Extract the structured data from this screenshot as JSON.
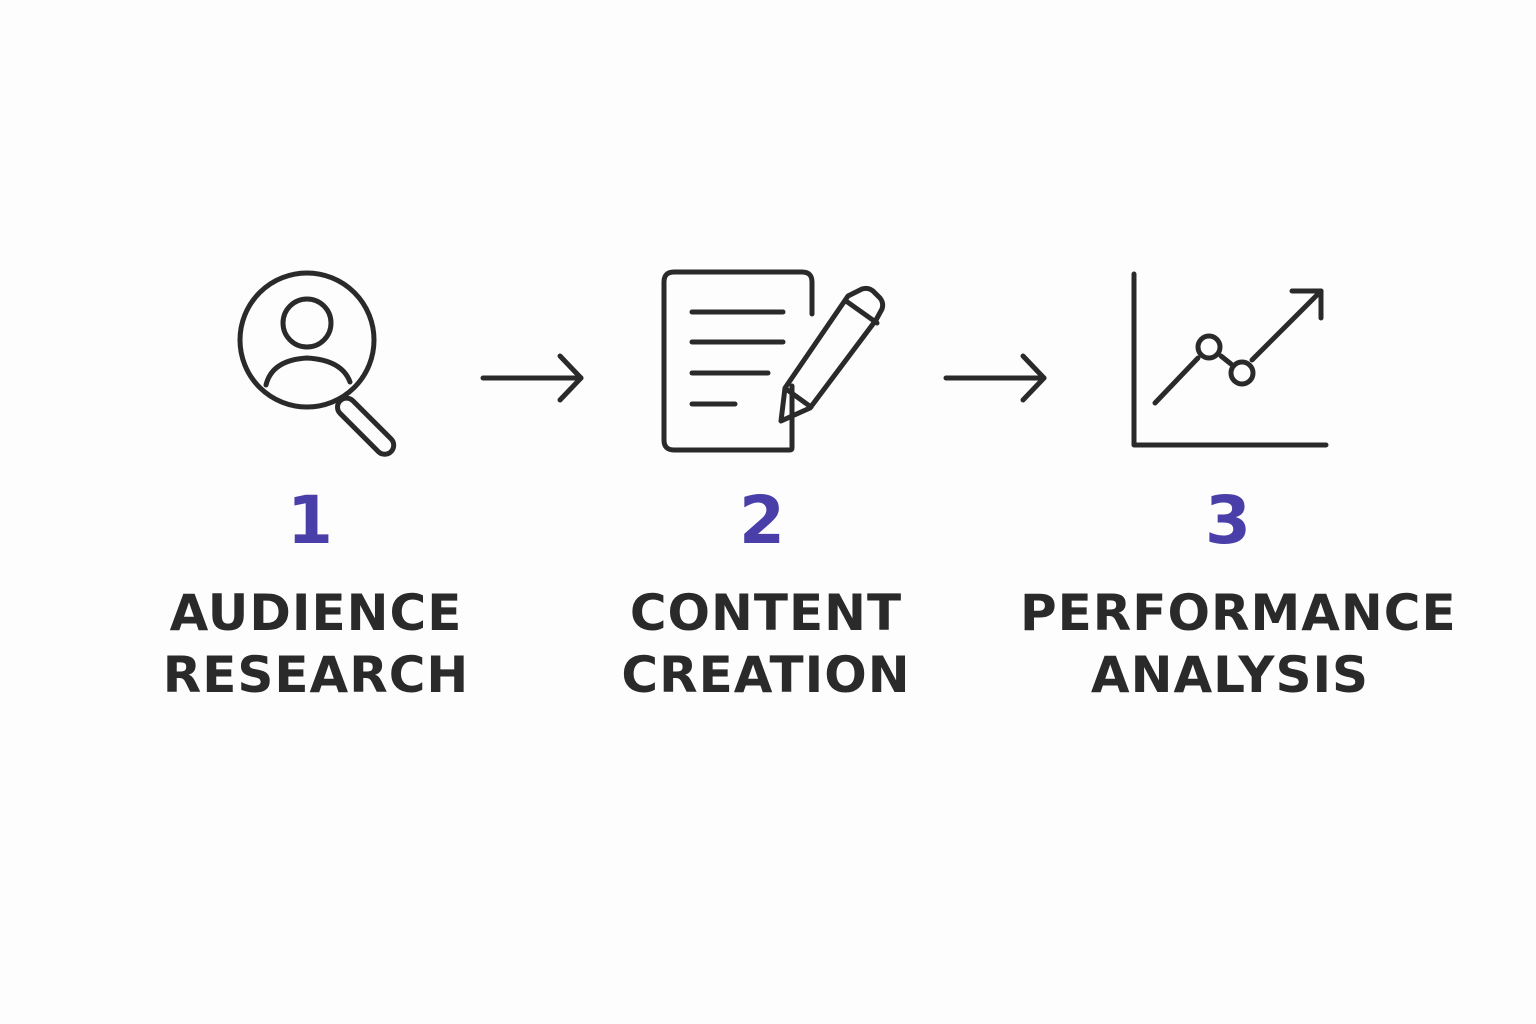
{
  "colors": {
    "accent": "#4a3fa8",
    "ink": "#2a2a2a",
    "background": "#fdfdfd"
  },
  "steps": [
    {
      "number": "1",
      "label_line1": "AUDIENCE",
      "label_line2": "RESEARCH",
      "icon": "audience-search-icon"
    },
    {
      "number": "2",
      "label_line1": "CONTENT",
      "label_line2": "CREATION",
      "icon": "document-pencil-icon"
    },
    {
      "number": "3",
      "label_line1": "PERFORMANCE",
      "label_line2": "ANALYSIS",
      "icon": "growth-chart-icon"
    }
  ],
  "connectors": [
    {
      "icon": "arrow-right-icon"
    },
    {
      "icon": "arrow-right-icon"
    }
  ]
}
